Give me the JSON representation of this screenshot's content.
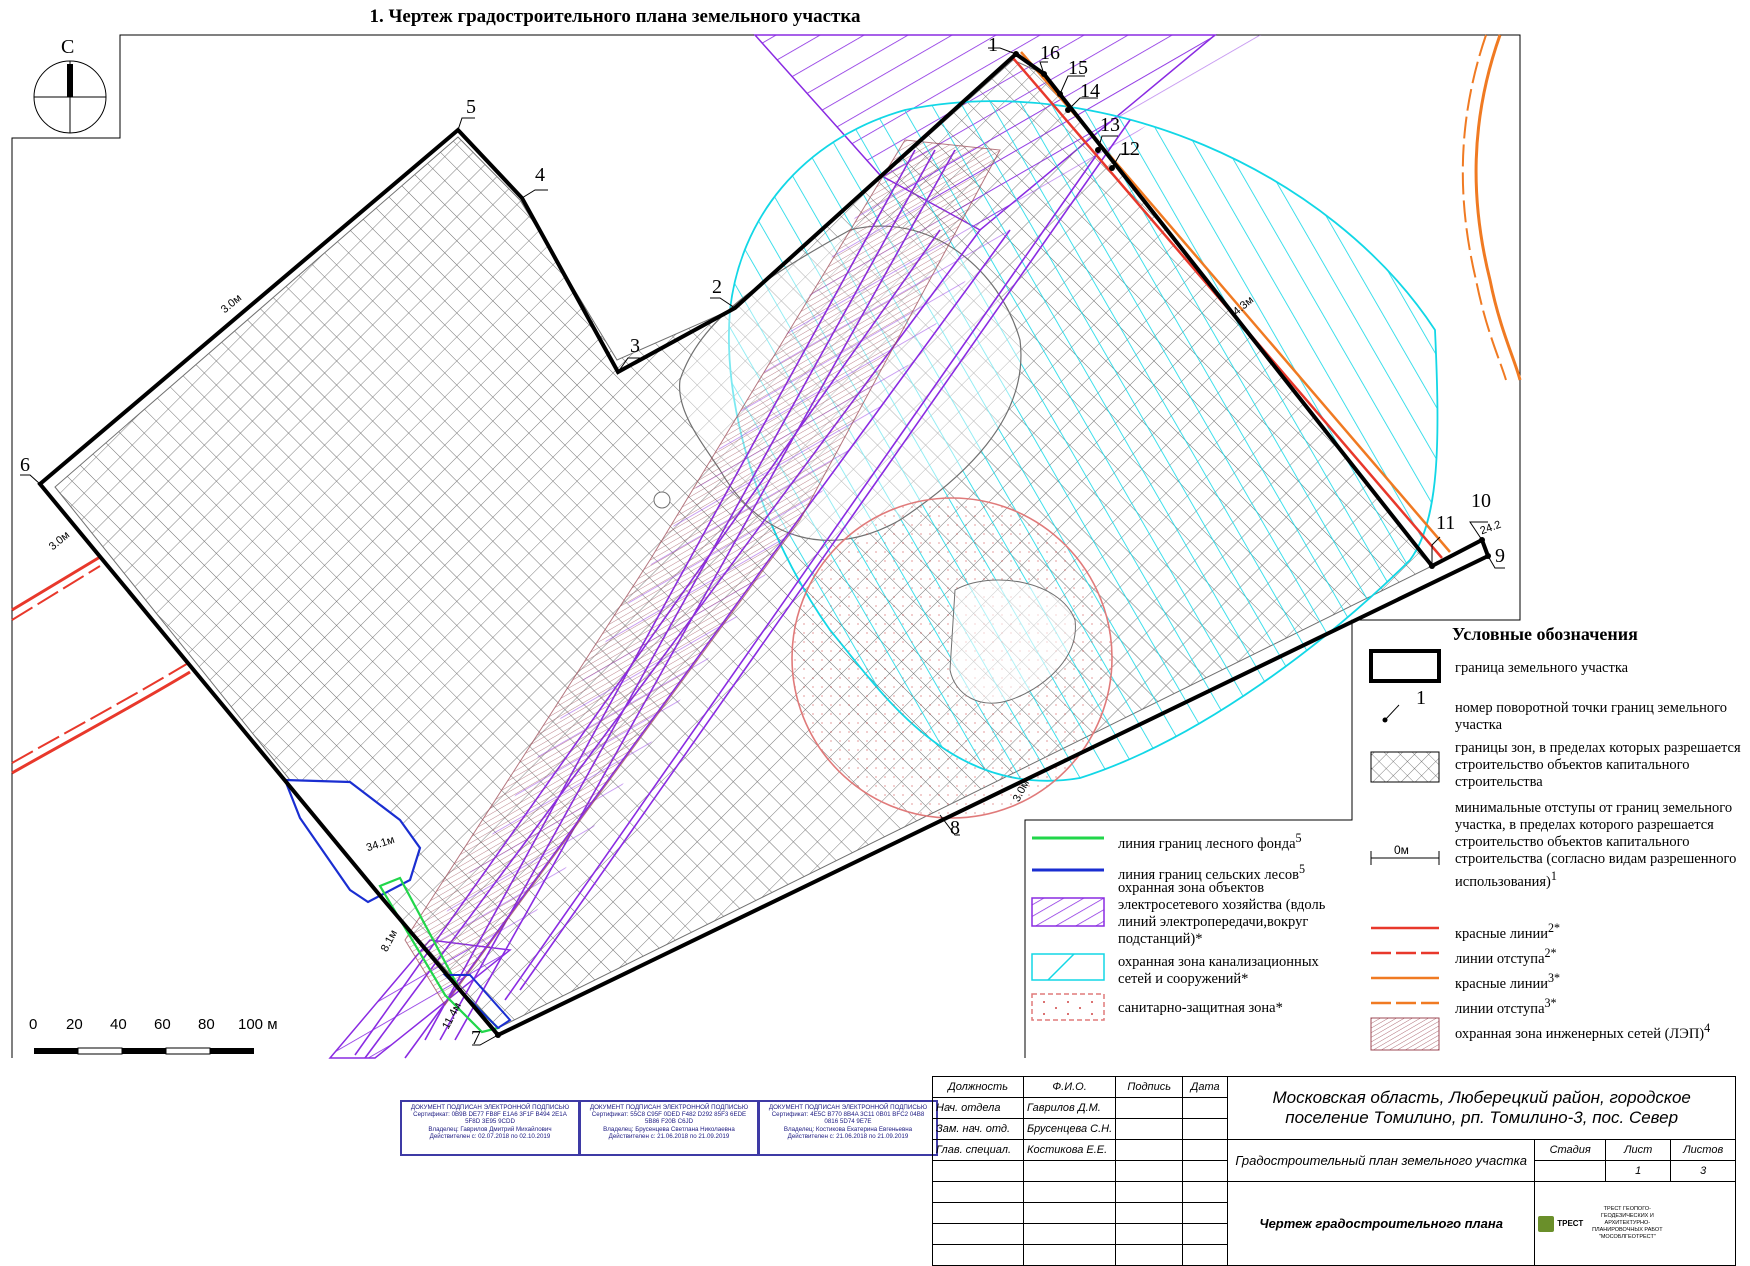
{
  "title": "1. Чертеж градостроительного плана земельного участка",
  "north_label": "С",
  "points": {
    "p1": "1",
    "p2": "2",
    "p3": "3",
    "p4": "4",
    "p5": "5",
    "p6": "6",
    "p7": "7",
    "p8": "8",
    "p9": "9",
    "p10": "10",
    "p11": "11",
    "p12": "12",
    "p13": "13",
    "p14": "14",
    "p15": "15",
    "p16": "16"
  },
  "dims": {
    "d1": "3.0м",
    "d2": "3.0м",
    "d3": "4.3м",
    "d4": "3.0м",
    "d5": "24.2",
    "d6": "34.1м",
    "d7": "8.1м",
    "d8": "11.4м"
  },
  "scale": {
    "ticks": [
      "0",
      "20",
      "40",
      "60",
      "80",
      "100 м"
    ]
  },
  "legend_left": [
    "линия границ лесного фонда",
    "линия границ сельских лесов",
    "охранная зона объектов электросетевого хозяйства (вдоль линий электропередачи,вокруг подстанций)*",
    "охранная зона канализационных сетей и сооружений*",
    "санитарно-защитная зона*"
  ],
  "legend_left_sup": [
    "5",
    "5"
  ],
  "legend": {
    "title": "Условные обозначения",
    "items": [
      "граница земельного участка",
      "номер поворотной точки границ земельного участка",
      "границы зон, в пределах которых разрешается строительство объектов капитального строительства",
      "минимальные отступы от границ земельного участка, в пределах которого разрешается строительство объектов капитального строительства (согласно видам разрешенного использования)",
      "красные линии",
      "линии отступа",
      "красные линии",
      "линии отступа",
      "охранная зона инженерных сетей (ЛЭП)"
    ],
    "sample_point": "1",
    "sample_dim": "0м",
    "sups": [
      "1",
      "2*",
      "2*",
      "3*",
      "3*",
      "4"
    ]
  },
  "stamps": [
    {
      "head": "ДОКУМЕНТ ПОДПИСАН ЭЛЕКТРОННОЙ ПОДПИСЬЮ",
      "cert": "Сертификат: 0B9B DE77 FB8F E1A6 3F1F B494 2E1A 5F8D 3E95 9CDD",
      "owner": "Владелец: Гаврилов Дмитрий Михайлович",
      "valid": "Действителен с: 02.07.2018 по 02.10.2019"
    },
    {
      "head": "ДОКУМЕНТ ПОДПИСАН ЭЛЕКТРОННОЙ ПОДПИСЬЮ",
      "cert": "Сертификат: 55C8 C95F 0DED F482 D292 85F3 6EDE 5B86 F20B C6JD",
      "owner": "Владелец: Брусенцева Светлана Николаевна",
      "valid": "Действителен с: 21.06.2018 по 21.09.2019"
    },
    {
      "head": "ДОКУМЕНТ ПОДПИСАН ЭЛЕКТРОННОЙ ПОДПИСЬЮ",
      "cert": "Сертификат: 4E5C B770 8B4A 3C11 0B01 BFC2 04B8 0816 5D74 9E7E",
      "owner": "Владелец: Костикова Екатерина Евгеньевна",
      "valid": "Действителен с: 21.06.2018 по 21.09.2019"
    }
  ],
  "titleblock": {
    "h_pos": "Должность",
    "h_fio": "Ф.И.О.",
    "h_sign": "Подпись",
    "h_date": "Дата",
    "r1_pos": "Нач. отдела",
    "r1_fio": "Гаврилов Д.М.",
    "r2_pos": "Зам. нач. отд.",
    "r2_fio": "Брусенцева С.Н.",
    "r3_pos": "Глав. специал.",
    "r3_fio": "Костикова Е.Е.",
    "location": "Московская область, Люберецкий район, городское поселение Томилино, рп. Томилино-3, пос. Север",
    "doc_name": "Градостроительный план земельного участка",
    "stage_h": "Стадия",
    "sheet_h": "Лист",
    "sheets_h": "Листов",
    "sheet": "1",
    "sheets": "3",
    "drawing_name": "Чертеж градостроительного плана",
    "org": "ТРЕСТ ГЕОПОГО-ГЕОДЕЗИЧЕСКИХ И АРХИТЕКТУРНО-ПЛАНИРОВОЧНЫХ РАБОТ \"МОСОБЛГЕОТРЕСТ\"",
    "logo": "ТРЕСТ"
  }
}
